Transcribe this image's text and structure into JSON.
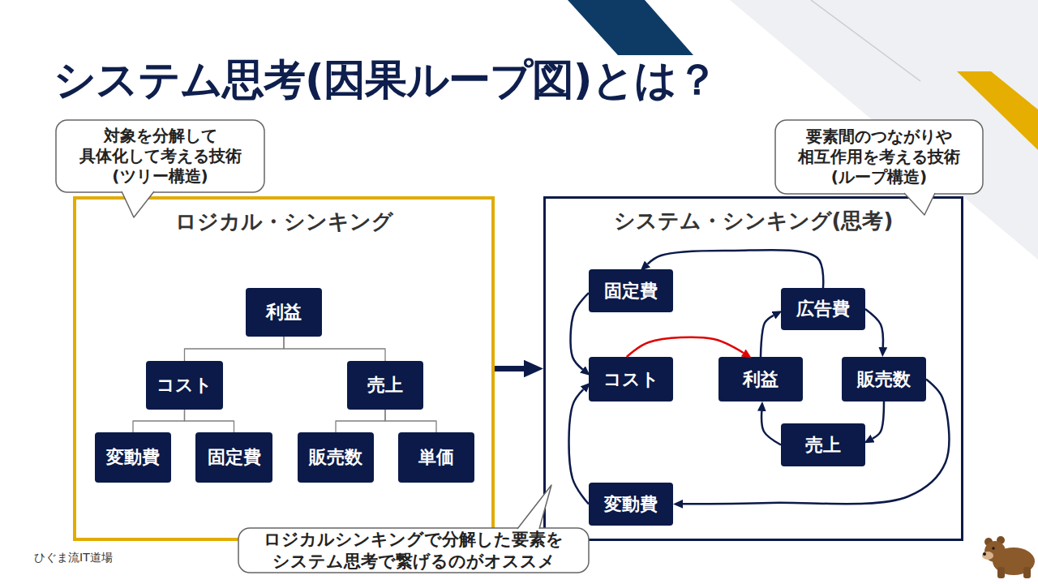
{
  "diagram": {
    "title": "システム思考(因果ループ図)とは？",
    "nodes": [
      {
        "text": [
          "対象を分解して 具体化して考える技術 (ツリー構造)"
        ]
      },
      {
        "text": [
          "要素間のつながりや 相互作用を考える技術 (ループ構造)"
        ]
      },
      {
        "text": [
          "ロジカル・シンキング"
        ]
      },
      {
        "text": [
          "利益"
        ],
        "in": 2
      },
      {
        "text": [
          "コスト"
        ],
        "in": 2
      },
      {
        "text": [
          "売上"
        ],
        "in": 2
      },
      {
        "text": [
          "変動費"
        ],
        "in": 2
      },
      {
        "text": [
          "固定費"
        ],
        "in": 2
      },
      {
        "text": [
          "販売数"
        ],
        "in": 2
      },
      {
        "text": [
          "単価"
        ],
        "in": 2
      },
      {
        "text": [
          "システム・シンキング(思考)"
        ]
      },
      {
        "text": [
          "固定費"
        ],
        "in": 10
      },
      {
        "text": [
          "広告費"
        ],
        "in": 10
      },
      {
        "text": [
          "コスト"
        ],
        "in": 10
      },
      {
        "text": [
          "利益"
        ],
        "in": 10
      },
      {
        "text": [
          "販売数"
        ],
        "in": 10
      },
      {
        "text": [
          "売上"
        ],
        "in": 10
      },
      {
        "text": [
          "変動費"
        ],
        "in": 10
      },
      {
        "text": [
          "ロジカルシンキングで分解した要素を システム思考で繋げるのがオススメ"
        ]
      }
    ],
    "edges": [
      {
        "from": 3,
        "to": 4,
        "arrow": "none"
      },
      {
        "from": 3,
        "to": 5,
        "arrow": "none"
      },
      {
        "from": 4,
        "to": 6,
        "arrow": "none"
      },
      {
        "from": 4,
        "to": 7,
        "arrow": "none"
      },
      {
        "from": 5,
        "to": 8,
        "arrow": "none"
      },
      {
        "from": 5,
        "to": 9,
        "arrow": "none"
      },
      {
        "from": 2,
        "to": 10,
        "arrow": "to"
      },
      {
        "from": 12,
        "to": 11,
        "arrow": "to"
      },
      {
        "from": 11,
        "to": 13,
        "arrow": "to"
      },
      {
        "from": 13,
        "to": 14,
        "arrow": "to"
      },
      {
        "from": 14,
        "to": 12,
        "arrow": "to"
      },
      {
        "from": 12,
        "to": 15,
        "arrow": "to"
      },
      {
        "from": 15,
        "to": 16,
        "arrow": "to"
      },
      {
        "from": 16,
        "to": 14,
        "arrow": "to"
      },
      {
        "from": 15,
        "to": 17,
        "arrow": "to"
      },
      {
        "from": 17,
        "to": 13,
        "arrow": "to"
      }
    ],
    "labels": [
      "ひぐま流IT道場"
    ]
  }
}
